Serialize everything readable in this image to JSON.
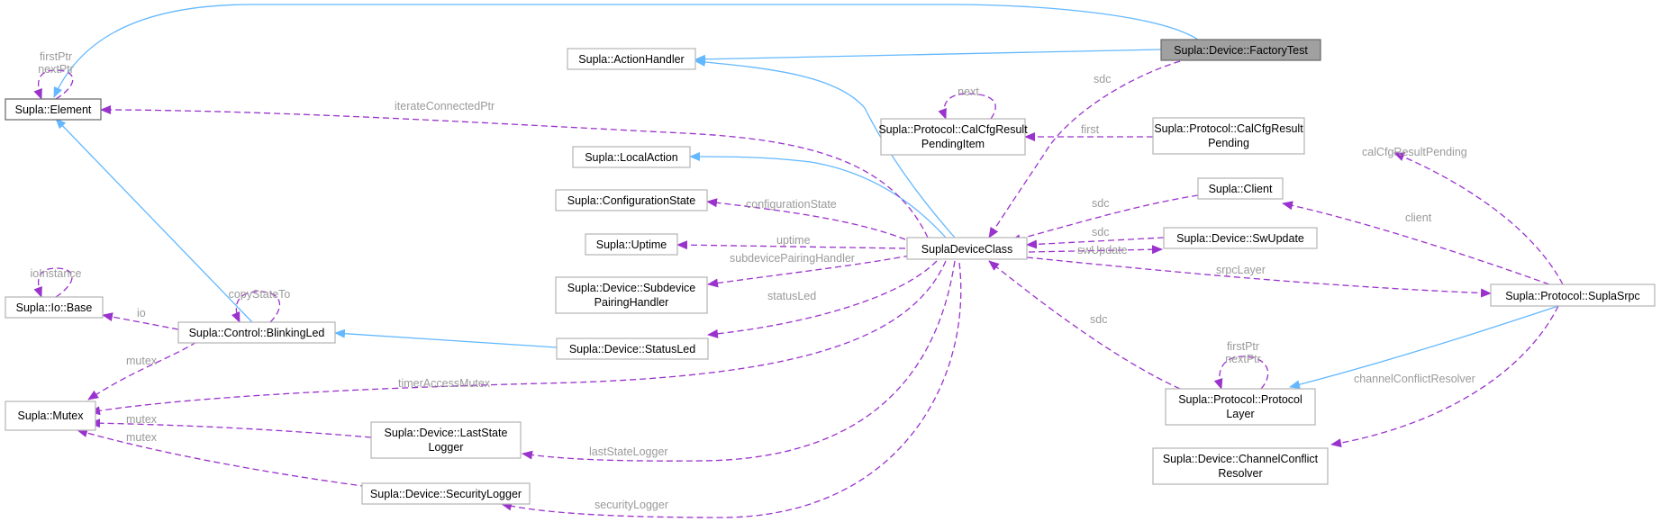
{
  "nodes": {
    "factory_test": "Supla::Device::FactoryTest",
    "element": "Supla::Element",
    "action_handler": "Supla::ActionHandler",
    "local_action": "Supla::LocalAction",
    "configuration_state": "Supla::ConfigurationState",
    "uptime": "Supla::Uptime",
    "subdevice_pairing_handler": [
      "Supla::Device::Subdevice",
      "PairingHandler"
    ],
    "status_led": "Supla::Device::StatusLed",
    "blinking_led": "Supla::Control::BlinkingLed",
    "io_base": "Supla::Io::Base",
    "mutex": "Supla::Mutex",
    "last_state_logger": [
      "Supla::Device::LastState",
      "Logger"
    ],
    "security_logger": "Supla::Device::SecurityLogger",
    "supla_device_class": "SuplaDeviceClass",
    "calcfg_result_pending_item": [
      "Supla::Protocol::CalCfgResult",
      "PendingItem"
    ],
    "calcfg_result_pending": [
      "Supla::Protocol::CalCfgResult",
      "Pending"
    ],
    "client": "Supla::Client",
    "sw_update": "Supla::Device::SwUpdate",
    "protocol_layer": [
      "Supla::Protocol::Protocol",
      "Layer"
    ],
    "channel_conflict_resolver": [
      "Supla::Device::ChannelConflict",
      "Resolver"
    ],
    "supla_srpc": "Supla::Protocol::SuplaSrpc"
  },
  "edge_labels": {
    "element_self": [
      "firstPtr",
      "nextPtr"
    ],
    "iterate_connected_ptr": "iterateConnectedPtr",
    "next": "next",
    "sdc_factory": "sdc",
    "first": "first",
    "configuration_state": "configurationState",
    "uptime": "uptime",
    "subdevice_pairing_handler": "subdevicePairingHandler",
    "status_led": "statusLed",
    "io_instance": "ioInstance",
    "copy_state_to": "copyStateTo",
    "io": "io",
    "mutex_blinking": "mutex",
    "timer_access_mutex": "timerAccessMutex",
    "mutex_last_state": "mutex",
    "mutex_security": "mutex",
    "last_state_logger": "lastStateLogger",
    "security_logger": "securityLogger",
    "sdc_client": "sdc",
    "sdc_sw_update": "sdc",
    "sw_update": "swUpdate",
    "srpc_layer": "srpcLayer",
    "sdc_protocol_layer": "sdc",
    "protocol_self": [
      "firstPtr",
      "nextPtr"
    ],
    "calcfg_result_pending": "calCfgResultPending",
    "client": "client",
    "channel_conflict_resolver": "channelConflictResolver"
  },
  "colors": {
    "inheritance_edge": "#63b8ff",
    "member_edge": "#9a32cd",
    "label_text": "#9a9a9a",
    "node_border": "#b3b3b3",
    "focus_node_fill": "#a0a0a0"
  }
}
